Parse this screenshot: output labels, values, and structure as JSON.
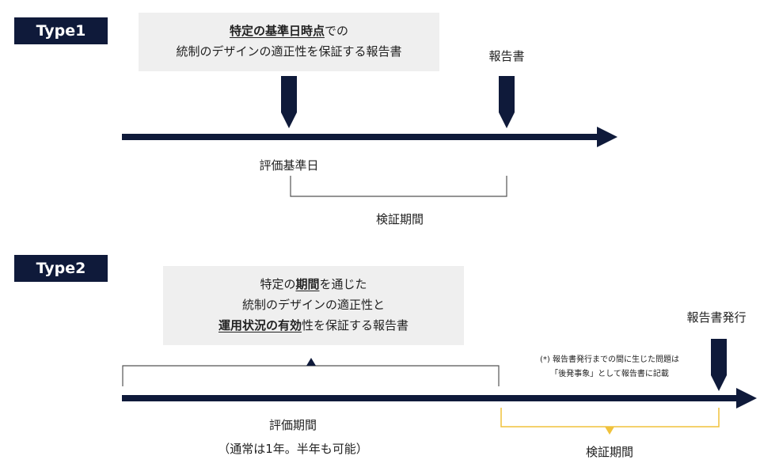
{
  "type1": {
    "badge": "Type1",
    "note_line1_bold": "特定の基準日時点",
    "note_line1_rest": "での",
    "note_line2": "統制のデザインの適正性を保証する報告書",
    "report_label": "報告書",
    "eval_date_label": "評価基準日",
    "verify_period_label": "検証期間"
  },
  "type2": {
    "badge": "Type2",
    "note_line1_pre": "特定の",
    "note_line1_bold": "期間",
    "note_line1_rest": "を通じた",
    "note_line2": "統制のデザインの適正性と",
    "note_line3_bold": "運用状況の有効",
    "note_line3_rest": "性を保証する報告書",
    "report_issue_label": "報告書発行",
    "subsequent_note_line1": "(*) 報告書発行までの間に生じた問題は",
    "subsequent_note_line2": "「後発事象」として報告書に記載",
    "eval_period_label": "評価期間",
    "eval_period_note": "（通常は1年。半年も可能）",
    "verify_period_label": "検証期間"
  },
  "colors": {
    "navy": "#0f1a3a",
    "note_bg": "#efefef",
    "bracket_gray": "#555555",
    "bracket_yellow": "#f0c23c"
  }
}
